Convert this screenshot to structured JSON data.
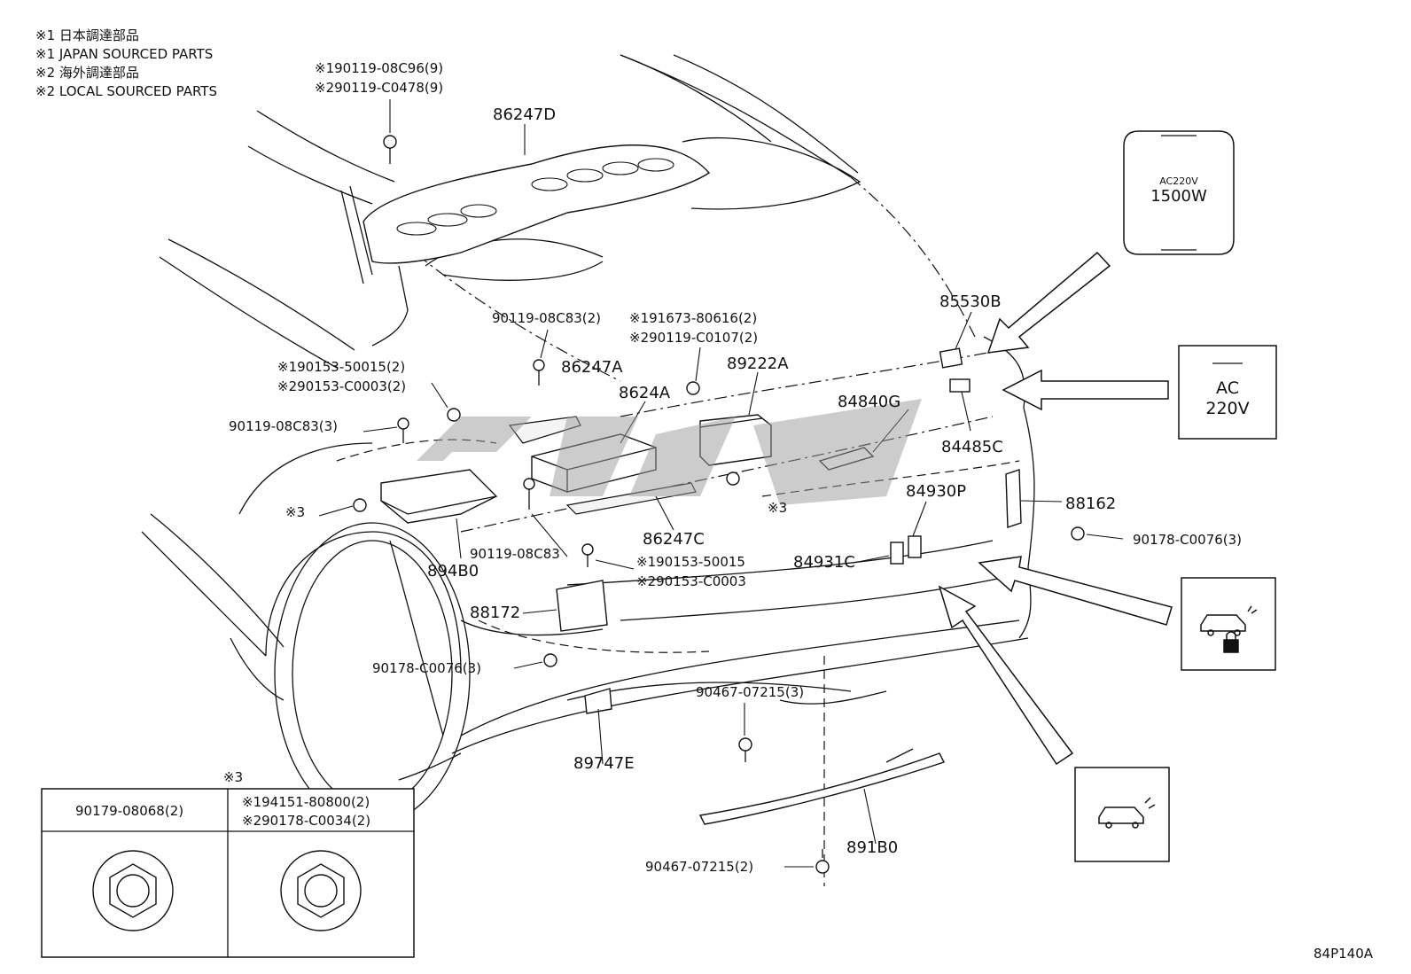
{
  "notes": [
    "※1 日本調達部品",
    "※1 JAPAN SOURCED PARTS",
    "※2 海外調達部品",
    "※2 LOCAL SOURCED PARTS"
  ],
  "labels": {
    "bolt_top_1": "※190119-08C96(9)",
    "bolt_top_2": "※290119-C0478(9)",
    "p86247D": "86247D",
    "p90119_08C83_2": "90119-08C83(2)",
    "p91673_1": "※191673-80616(2)",
    "p91673_2": "※290119-C0107(2)",
    "p86247A": "86247A",
    "p89222A": "89222A",
    "p8624A": "8624A",
    "p90153_1": "※190153-50015(2)",
    "p90153_2": "※290153-C0003(2)",
    "p90119_08C83_3": "90119-08C83(3)",
    "x3_left": "※3",
    "x3_mid": "※3",
    "p86247C": "86247C",
    "p894B0": "894B0",
    "p90119_08C83": "90119-08C83",
    "p90153_b1": "※190153-50015",
    "p90153_b2": "※290153-C0003",
    "p88172": "88172",
    "p90178_left": "90178-C0076(3)",
    "p89747E": "89747E",
    "p90467_top": "90467-07215(3)",
    "p90467_bot": "90467-07215(2)",
    "p891B0": "891B0",
    "p85530B": "85530B",
    "p84840G": "84840G",
    "p84485C": "84485C",
    "p84930P": "84930P",
    "p84931C": "84931C",
    "p88162": "88162",
    "p90178_right": "90178-C0076(3)",
    "diagram_code": "84P140A"
  },
  "insets": {
    "outlet_cover": {
      "line1": "AC220V",
      "line2": "1500W"
    },
    "ac_switch": {
      "line1": "AC",
      "line2": "220V"
    },
    "lock_switch_icon": "vehicle-lock-icon",
    "hatch_switch_icon": "vehicle-hatch-icon"
  },
  "table": {
    "title": "※3",
    "headers": [
      "90179-08068(2)",
      "※194151-80800(2)",
      "※290178-C0034(2)"
    ]
  },
  "icons": [
    "bolt-icon",
    "nut-icon",
    "clip-icon",
    "arrow-icon"
  ]
}
